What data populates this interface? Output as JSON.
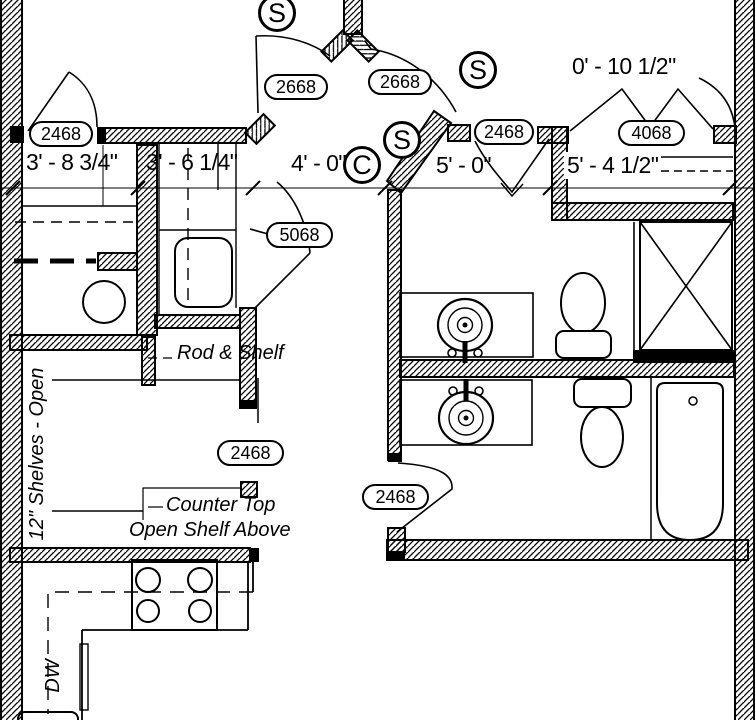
{
  "plan": {
    "door_tags": {
      "upper_left_closet": "2468",
      "left_bedroom_door": "2668",
      "right_bedroom_door": "2668",
      "upper_bath_door": "2468",
      "linen_closet_bifold": "4068",
      "hall_closet_door": "5068",
      "kitchen_opening": "2468",
      "lower_bath_door": "2468"
    },
    "detector_tags": {
      "smoke": "S",
      "carbon_monoxide": "C"
    },
    "dimensions": {
      "laundry_width": "3' - 8 3/4\"",
      "pantry_width": "3' - 6 1/4\"",
      "hall_width": "4' - 0\"",
      "bath_width": "5' - 0\"",
      "closet_width": "5' - 4 1/2\"",
      "wall_offset": "0' - 10 1/2\""
    },
    "annotations": {
      "rod_shelf": "Rod & Shelf",
      "shelves_open": "12\" Shelves - Open",
      "counter_top": "Counter Top",
      "open_shelf_above": "Open Shelf Above",
      "dishwasher": "DW"
    }
  }
}
